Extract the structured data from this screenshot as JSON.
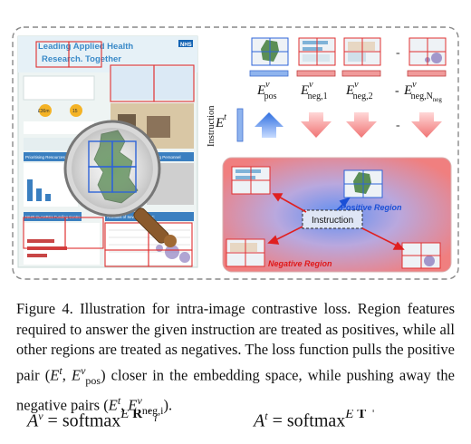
{
  "poster": {
    "title_line1": "Leading Applied Health",
    "title_line2": "Research. Together",
    "badge": "NHS",
    "stats": [
      "£36m",
      "15"
    ],
    "sections": [
      "Prioritising Resources",
      "Building Personnel",
      "NIHR CLAHRCs Funding Centre",
      "Activities of Seven CLAHRC"
    ]
  },
  "embeddings": {
    "pos": {
      "base": "E",
      "sup": "v",
      "sub": "pos"
    },
    "neg": [
      {
        "base": "E",
        "sup": "v",
        "sub": "neg,1"
      },
      {
        "base": "E",
        "sup": "v",
        "sub": "neg,2"
      },
      {
        "base": "E",
        "sup": "v",
        "sub": "neg,N"
      }
    ],
    "neg_sub_sub": "neg",
    "ellipsis": "-",
    "text_emb": {
      "base": "E",
      "sup": "t"
    },
    "instruction_label": "Instruction"
  },
  "space": {
    "instruction_box": "Instruction",
    "positive_label": "Positive Region",
    "negative_label": "Negative Region",
    "colors": {
      "positive": "#1a4fd6",
      "negative": "#e01818",
      "gradient_outer": "#f09a9a",
      "gradient_inner": "#7aa6f0"
    }
  },
  "caption": {
    "part1": "Figure 4. Illustration for intra-image contrastive loss. Region features required to answer the given instruction are treated as positives, while all other regions are treated as negatives. The loss function pulls the positive pair (",
    "pair_pos": "E",
    "pair_pos_sup": "t",
    "pair_sep": ", ",
    "pair_v": "E",
    "pair_v_sup": "v",
    "pair_v_sub": "pos",
    "part2": ") closer in the embedding space, while pushing away the negative pairs (",
    "neg_t": "E",
    "neg_t_sup": "t",
    "neg_v": "E",
    "neg_v_sup": "v",
    "neg_v_sub": "neg,i",
    "part3": ")."
  },
  "formula": {
    "left_lhs": "A",
    "left_sup": "v",
    "eq": " = softmax",
    "left_num_E": "E",
    "left_num_R": "R",
    "left_num_sub": "i",
    "left_num_sup": "′⊤",
    "right_lhs": "A",
    "right_sup": "t",
    "right_num_E": "E",
    "right_num_T": "T",
    "right_num_sup": "′⊤"
  }
}
